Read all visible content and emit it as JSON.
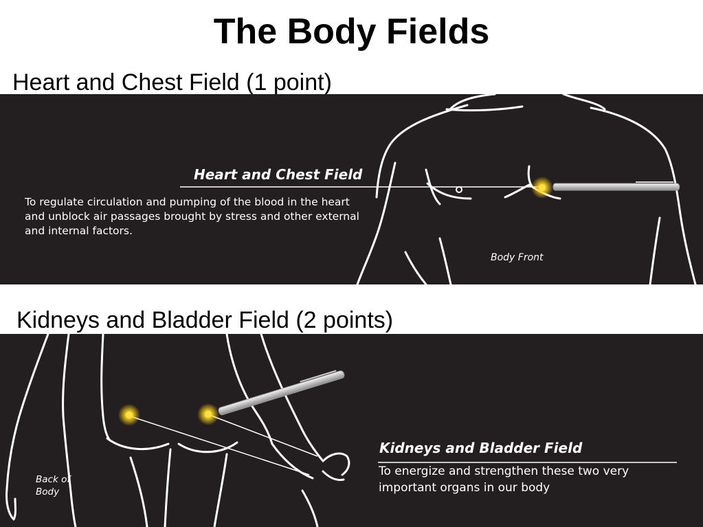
{
  "slide": {
    "title": "The Body Fields"
  },
  "sections": [
    {
      "heading": "Heart and Chest Field (1 point)",
      "field_title": "Heart and Chest Field",
      "description": "To regulate circulation and pumping of the blood in the heart and unblock air passages brought by stress and other external and internal factors.",
      "view_label": "Body Front"
    },
    {
      "heading": "Kidneys and Bladder Field (2 points)",
      "field_title": "Kidneys and Bladder Field",
      "description": "To energize and strengthen these two very important organs in our body",
      "view_label": "Back of Body"
    }
  ],
  "colors": {
    "panel_background": "#231f20",
    "outline": "#ffffff",
    "point_glow": "#ffd21a"
  },
  "icons": {
    "point": "glowing-acupressure-point-icon",
    "device": "massage-pen-icon"
  }
}
